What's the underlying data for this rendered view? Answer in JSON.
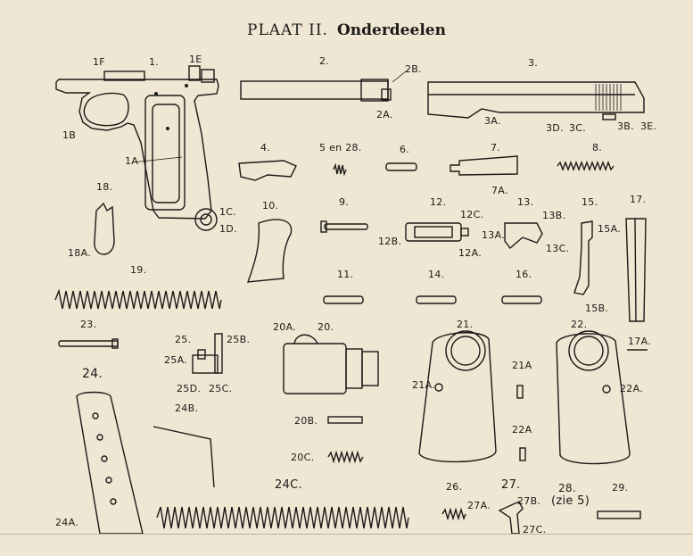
{
  "title": {
    "plate": "PLAAT II.",
    "subtitle": "Onderdeelen"
  },
  "labels": {
    "l1": "1.",
    "l1F": "1F",
    "l1E": "1E",
    "l1B": "1B",
    "l1A": "1A",
    "l1C": "1C.",
    "l1D": "1D.",
    "l2": "2.",
    "l2B": "2B.",
    "l2A": "2A.",
    "l3": "3.",
    "l3A": "3A.",
    "l3D": "3D.",
    "l3C": "3C.",
    "l3B": "3B.",
    "l3E": "3E.",
    "l4": "4.",
    "l5en28": "5 en 28.",
    "l6": "6.",
    "l7": "7.",
    "l7A": "7A.",
    "l8": "8.",
    "l9": "9.",
    "l10": "10.",
    "l11": "11.",
    "l12": "12.",
    "l12C": "12C.",
    "l12B": "12B.",
    "l12A": "12A.",
    "l13": "13.",
    "l13B": "13B.",
    "l13A": "13A.",
    "l13C": "13C.",
    "l14": "14.",
    "l15": "15.",
    "l15A": "15A.",
    "l15B": "15B.",
    "l16": "16.",
    "l17": "17.",
    "l17A": "17A.",
    "l18": "18.",
    "l18A": "18A.",
    "l19": "19.",
    "l20": "20.",
    "l20A": "20A.",
    "l20B": "20B.",
    "l20C": "20C.",
    "l21": "21.",
    "l21A": "21A",
    "l21A2": "21A.",
    "l22": "22.",
    "l22A": "22A.",
    "l22A2": "22A",
    "l23": "23.",
    "l24": "24.",
    "l24A": "24A.",
    "l24B": "24B.",
    "l24C": "24C.",
    "l25": "25.",
    "l25A": "25A.",
    "l25B": "25B.",
    "l25C": "25C.",
    "l25D": "25D.",
    "l26": "26.",
    "l27": "27.",
    "l27A": "27A.",
    "l27B": "27B.",
    "l27C": "27C.",
    "l28": "28.",
    "l28zie": "(zie 5)",
    "l29": "29."
  }
}
